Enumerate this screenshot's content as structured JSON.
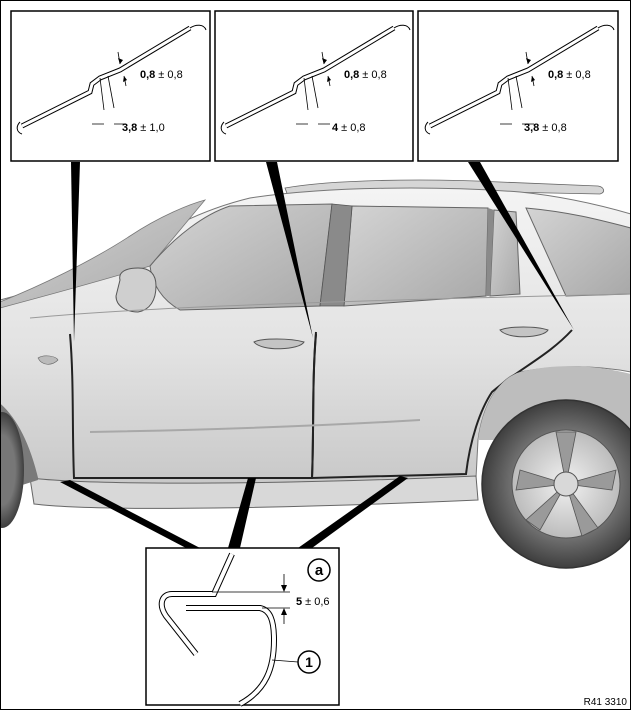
{
  "callouts": [
    {
      "gap_value": "0,8",
      "gap_tolerance": "± 0,8",
      "offset_value": "3,8",
      "offset_tolerance": "± 1,0"
    },
    {
      "gap_value": "0,8",
      "gap_tolerance": "± 0,8",
      "offset_value": "4",
      "offset_tolerance": "± 0,8"
    },
    {
      "gap_value": "0,8",
      "gap_tolerance": "± 0,8",
      "offset_value": "3,8",
      "offset_tolerance": "± 0,8"
    }
  ],
  "detail_a": {
    "label": "a",
    "dim_value": "5",
    "dim_tolerance": "± 0,6",
    "part_number": "1"
  },
  "reference_code": "R41 3310",
  "colors": {
    "body_light": "#ececec",
    "body_mid": "#d2d2d2",
    "body_dark": "#9a9a9a",
    "glass": "#bdbdbd",
    "tire": "#5a5a5a",
    "outline": "#000000"
  }
}
